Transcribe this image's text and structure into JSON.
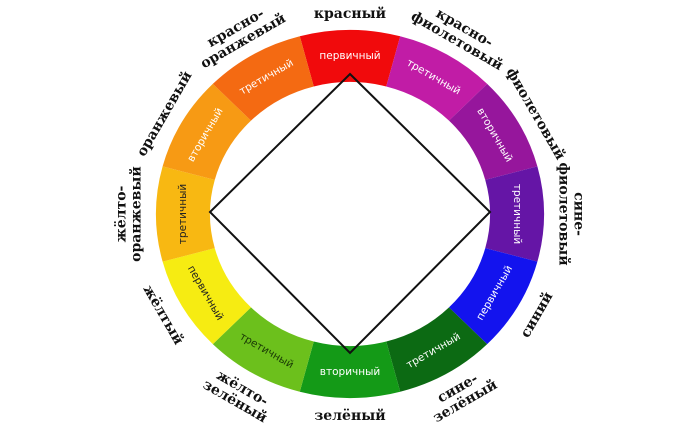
{
  "wheel": {
    "segments": [
      {
        "name": "red",
        "color": "#f10a0c",
        "type_label": "первичный",
        "type_color": "#ffffff",
        "outer_label": [
          "красный"
        ]
      },
      {
        "name": "red-violet",
        "color": "#c11ca6",
        "type_label": "третичный",
        "type_color": "#ffffff",
        "outer_label": [
          "красно-",
          "фиолетовый"
        ]
      },
      {
        "name": "violet",
        "color": "#96169c",
        "type_label": "вторичный",
        "type_color": "#ffffff",
        "outer_label": [
          "фиолетовый"
        ]
      },
      {
        "name": "blue-violet",
        "color": "#6515a6",
        "type_label": "третичный",
        "type_color": "#ffffff",
        "outer_label": [
          "сине-",
          "фиолетовый"
        ]
      },
      {
        "name": "blue",
        "color": "#1313ee",
        "type_label": "первичный",
        "type_color": "#ffffff",
        "outer_label": [
          "синий"
        ]
      },
      {
        "name": "blue-green",
        "color": "#0c6a13",
        "type_label": "третичный",
        "type_color": "#ffffff",
        "outer_label": [
          "сине-",
          "зелёный"
        ]
      },
      {
        "name": "green",
        "color": "#149a17",
        "type_label": "вторичный",
        "type_color": "#ffffff",
        "outer_label": [
          "зелёный"
        ]
      },
      {
        "name": "yellow-green",
        "color": "#6cc01c",
        "type_label": "третичный",
        "type_color": "#1a3a06",
        "outer_label": [
          "жёлто-",
          "зелёный"
        ]
      },
      {
        "name": "yellow",
        "color": "#f6ec12",
        "type_label": "первичный",
        "type_color": "#222222",
        "outer_label": [
          "жёлтый"
        ]
      },
      {
        "name": "yellow-orange",
        "color": "#f8b812",
        "type_label": "третичный",
        "type_color": "#222222",
        "outer_label": [
          "жёлто-",
          "оранжевый"
        ]
      },
      {
        "name": "orange",
        "color": "#f79a14",
        "type_label": "вторичный",
        "type_color": "#ffffff",
        "outer_label": [
          "оранжевый"
        ]
      },
      {
        "name": "red-orange",
        "color": "#f46a12",
        "type_label": "третичный",
        "type_color": "#ffffff",
        "outer_label": [
          "красно-",
          "оранжевый"
        ]
      }
    ],
    "square_color": "#111111"
  }
}
